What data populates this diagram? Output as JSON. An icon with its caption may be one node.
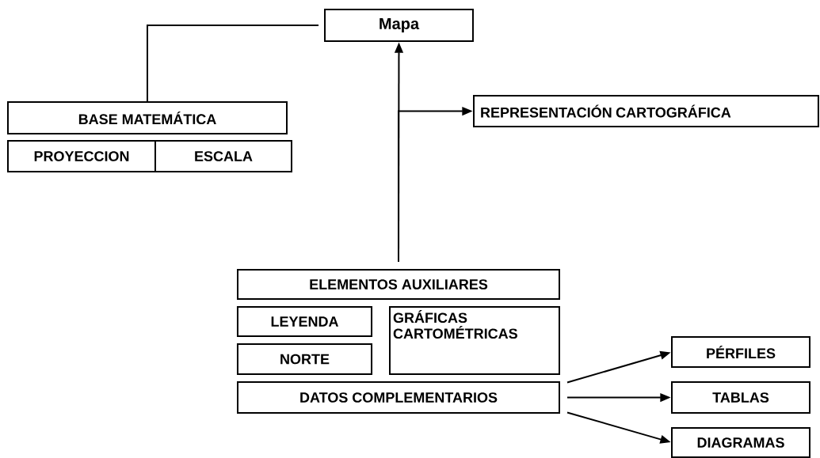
{
  "diagram": {
    "nodes": [
      {
        "text": [
          "Mapa"
        ]
      },
      {
        "text": [
          "BASE MATEMÁTICA"
        ]
      },
      {
        "text": [
          "PROYECCION"
        ]
      },
      {
        "text": [
          "ESCALA"
        ]
      },
      {
        "text": [
          "REPRESENTACIÓN CARTOGRÁFICA"
        ]
      },
      {
        "text": [
          "ELEMENTOS AUXILIARES"
        ]
      },
      {
        "text": [
          "LEYENDA"
        ]
      },
      {
        "text": [
          "GRÁFICAS CARTOMÉTRICAS"
        ]
      },
      {
        "text": [
          "NORTE"
        ]
      },
      {
        "text": [
          "DATOS COMPLEMENTARIOS"
        ]
      },
      {
        "text": [
          "PÉRFILES"
        ]
      },
      {
        "text": [
          "TABLAS"
        ]
      },
      {
        "text": [
          "DIAGRAMAS"
        ]
      }
    ],
    "edges": [
      {
        "from": 0,
        "to": 1,
        "arrow": "none"
      },
      {
        "from": 5,
        "to": 0,
        "arrow": "to"
      },
      {
        "from": 5,
        "to": 4,
        "arrow": "to"
      },
      {
        "from": 9,
        "to": 10,
        "arrow": "to"
      },
      {
        "from": 9,
        "to": 11,
        "arrow": "to"
      },
      {
        "from": 9,
        "to": 12,
        "arrow": "to"
      }
    ]
  }
}
